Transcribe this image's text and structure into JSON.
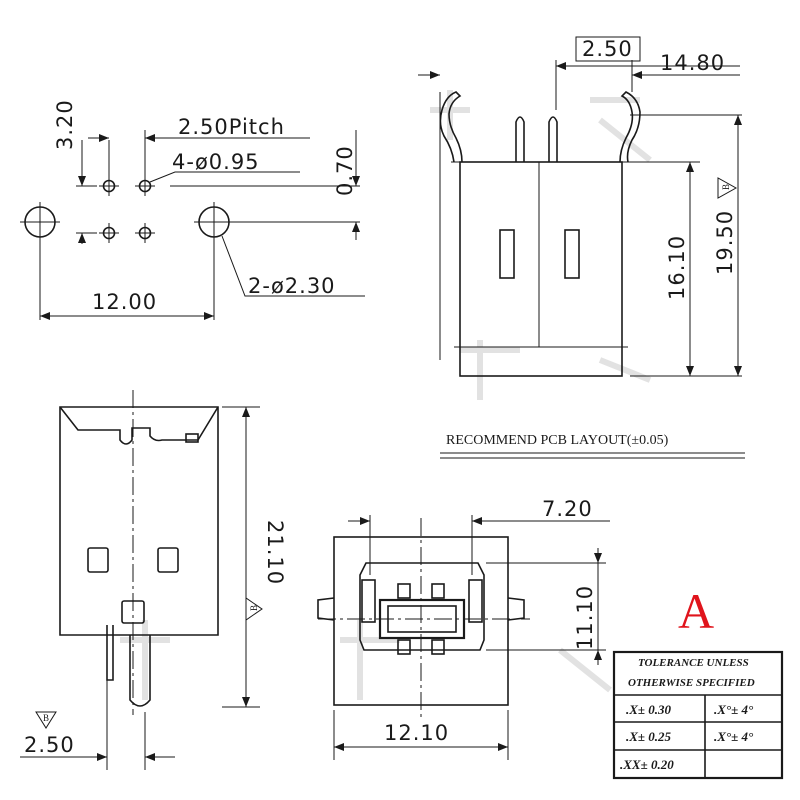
{
  "dimensions": {
    "d_3_20": "3.20",
    "d_pitch": "2.50Pitch",
    "d_holes_small": "4-ø0.95",
    "d_0_70": "0.70",
    "d_holes_big": "2-ø2.30",
    "d_12_00": "12.00",
    "d_2_50_box": "2.50",
    "d_14_80": "14.80",
    "d_16_10": "16.10",
    "d_19_50": "19.50",
    "d_21_10": "21.10",
    "d_2_50_bottom": "2.50",
    "d_7_20": "7.20",
    "d_11_10": "11.10",
    "d_12_10": "12.10"
  },
  "surface_mark": "B",
  "pcb_layout_label": "RECOMMEND PCB LAYOUT(±0.05)",
  "view_letter": "A",
  "tolerance": {
    "header_line1": "TOLERANCE UNLESS",
    "header_line2": "OTHERWISE SPECIFIED",
    "rows": [
      {
        "left": ".X± 0.30",
        "right": ".X°± 4°"
      },
      {
        "left": ".X± 0.25",
        "right": ".X°± 4°"
      },
      {
        "left": ".XX± 0.20",
        "right": ""
      }
    ]
  },
  "colors": {
    "line": "#1a1a1a",
    "accent_letter": "#e0141c"
  }
}
